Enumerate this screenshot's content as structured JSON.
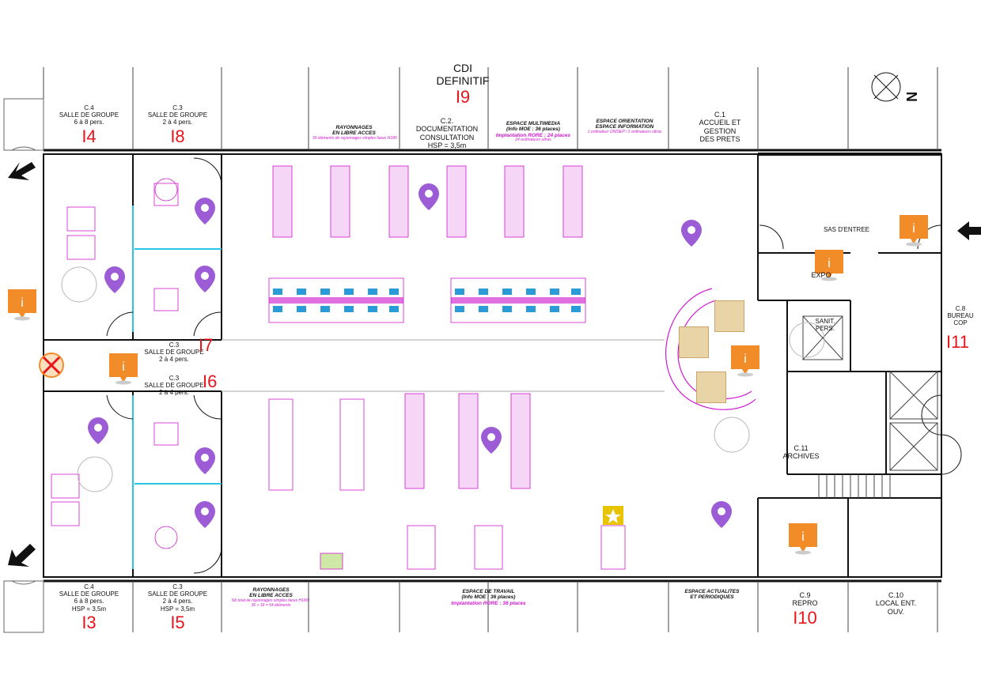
{
  "cdi": {
    "line1": "CDI",
    "line2": "DEFINITIF",
    "code": "I9"
  },
  "north_label": "N",
  "rooms_top": [
    {
      "id": "c4-top",
      "lines": [
        "C.4",
        "SALLE DE GROUPE",
        "6 à 8 pers."
      ],
      "code": "I4"
    },
    {
      "id": "c3-top",
      "lines": [
        "C.3",
        "SALLE DE GROUPE",
        "2 à 4 pers."
      ],
      "code": "I8"
    },
    {
      "id": "c2",
      "lines": [
        "C.2.",
        "DOCUMENTATION",
        "CONSULTATION",
        "HSP = 3,5m"
      ]
    },
    {
      "id": "c1",
      "lines": [
        "C.1",
        "ACCUEIL ET",
        "GESTION",
        "DES PRETS"
      ]
    }
  ],
  "zones_top": [
    {
      "title": [
        "RAYONNAGES",
        "EN LIBRE ACCES"
      ],
      "sub": "30 éléments de rayonnages simples faces H180"
    },
    {
      "title": [
        "ESPACE MULTIMEDIA",
        "(Info MOE : 36 places)"
      ],
      "highlight": "Implantation RORE : 24 places",
      "sub": "24 ordinateurs ultras"
    },
    {
      "title": [
        "ESPACE ORIENTATION",
        "ESPACE INFORMATION"
      ],
      "sub": "1 ordinateur ONISEP / 2 ordinateurs ultras"
    }
  ],
  "rooms_mid": [
    {
      "id": "c3-mid-a",
      "lines": [
        "C.3",
        "SALLE DE GROUPE",
        "2 à 4 pers."
      ],
      "code": "I7"
    },
    {
      "id": "c3-mid-b",
      "lines": [
        "C.3",
        "SALLE DE GROUPE",
        "2 à 4 pers."
      ],
      "code": "I6"
    }
  ],
  "rooms_right": [
    {
      "id": "sas",
      "lines": [
        "SAS D'ENTREE"
      ]
    },
    {
      "id": "expo",
      "lines": [
        "EXPO"
      ]
    },
    {
      "id": "sanit",
      "lines": [
        "SANIT.",
        "PERS."
      ]
    },
    {
      "id": "c8",
      "lines": [
        "C.8",
        "BUREAU",
        "COP"
      ],
      "code": "I11"
    },
    {
      "id": "c11",
      "lines": [
        "C.11",
        "ARCHIVES"
      ]
    }
  ],
  "rooms_bottom": [
    {
      "id": "c4-bot",
      "lines": [
        "C.4",
        "SALLE DE GROUPE",
        "6 à 8 pers.",
        "HSP = 3,5m"
      ],
      "code": "I3"
    },
    {
      "id": "c3-bot",
      "lines": [
        "C.3",
        "SALLE DE GROUPE",
        "2 à 4 pers.",
        "HSP = 3,5m"
      ],
      "code": "I5"
    },
    {
      "id": "c9",
      "lines": [
        "C.9",
        "REPRO"
      ],
      "code": "I10"
    },
    {
      "id": "c10",
      "lines": [
        "C.10",
        "LOCAL ENT.",
        "OUV."
      ]
    }
  ],
  "zones_bottom": [
    {
      "title": [
        "RAYONNAGES",
        "EN LIBRE ACCES"
      ],
      "sub": "Nb total de rayonnages simples faces H180 : 36 + 18 = 54 éléments"
    },
    {
      "title": [
        "ESPACE DE TRAVAIL",
        "(Info MOE : 36 places)"
      ],
      "highlight": "Implantation RORE : 36 places"
    },
    {
      "title": [
        "ESPACE ACTUALITES",
        "ET PERIODIQUES"
      ]
    }
  ],
  "markers": {
    "pin": "location-pin-icon",
    "info": "info-icon",
    "star": "star-icon",
    "arrow": "entrance-arrow-icon",
    "blocked": "blocked-exit-icon"
  },
  "colors": {
    "furniture": "#d01ad0",
    "wall": "#111111",
    "code": "#e8141c",
    "pin": "#9b5cd6",
    "info": "#f28c28",
    "cyan": "#29c4e6",
    "star": "#e8c400"
  }
}
